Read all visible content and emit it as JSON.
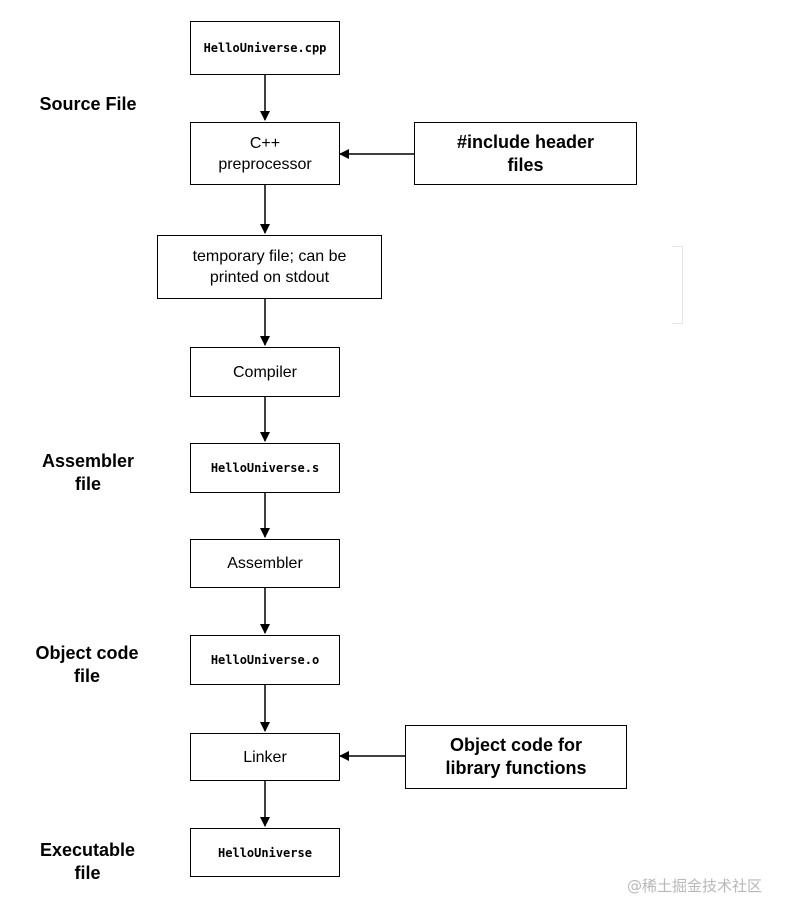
{
  "nodes": {
    "source_file": "HelloUniverse.cpp",
    "preprocessor": "C++\npreprocessor",
    "header_files": "#include header\nfiles",
    "temp_file": "temporary file; can be\nprinted on stdout",
    "compiler": "Compiler",
    "assembler_file": "HelloUniverse.s",
    "assembler": "Assembler",
    "object_file": "HelloUniverse.o",
    "linker": "Linker",
    "library_object_code": "Object code for\nlibrary functions",
    "executable": "HelloUniverse"
  },
  "labels": {
    "source_file": "Source File",
    "assembler_file": "Assembler\nfile",
    "object_code_file": "Object code\nfile",
    "executable_file": "Executable\nfile"
  },
  "watermark": "@稀土掘金技术社区"
}
